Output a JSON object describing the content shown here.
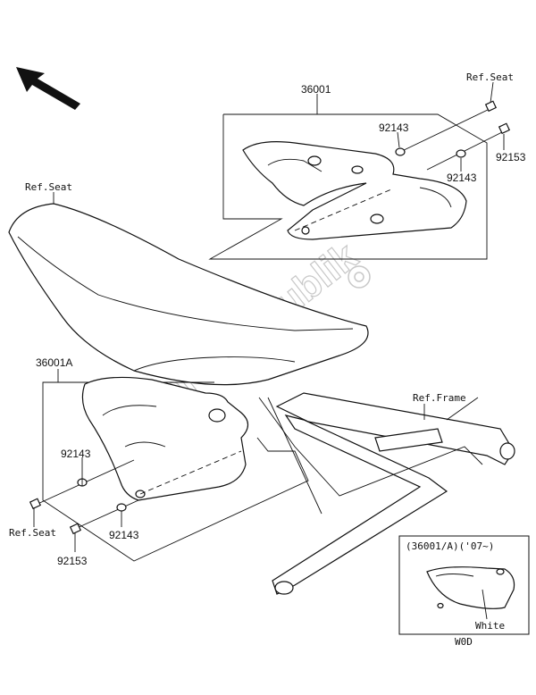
{
  "labels": {
    "ref_seat_top_right": "Ref.Seat",
    "part_36001": "36001",
    "washer_top_a": "92143",
    "washer_top_b": "92143",
    "bolt_top": "92153",
    "ref_seat_left": "Ref.Seat",
    "part_36001A": "36001A",
    "washer_bottom_a": "92143",
    "washer_bottom_b": "92143",
    "ref_seat_bottom_left": "Ref.Seat",
    "bolt_bottom": "92153",
    "ref_frame": "Ref.Frame",
    "inset_title": "(36001/A)('07~)",
    "inset_color": "White",
    "inset_code": "W0D"
  },
  "watermark": "PartsRepublik",
  "icons": {
    "direction": "front-direction-arrow-icon",
    "gear": "gear-icon"
  }
}
